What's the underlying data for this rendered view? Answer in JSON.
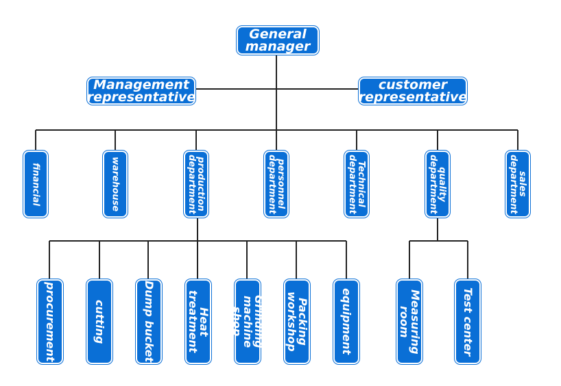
{
  "diagram": {
    "colors": {
      "node": "#0a6fd6",
      "text": "#ffffff",
      "line": "#222222"
    },
    "top": {
      "general_manager": "General\nmanager"
    },
    "reps": {
      "management": "Management\nrepresentative",
      "customer": "customer\nrepresentative"
    },
    "departments": {
      "financial": "financial",
      "warehouse": "warehouse",
      "production": "production\ndepartment",
      "personnel": "personnel\ndepartment",
      "technical": "Technical\ndepartment",
      "quality": "quality\ndepartment",
      "sales": "sales\ndepartment"
    },
    "production_units": {
      "procurement": "procurement",
      "cutting": "cutting",
      "dump_bucket": "Dump bucket",
      "heat_treatment": "Heat\ntreatment",
      "grinding": "Grinding\nmachine shop",
      "packing": "Packing\nworkshop",
      "equipment": "equipment"
    },
    "quality_units": {
      "measuring": "Measuring\nroom",
      "test_center": "Test center"
    }
  }
}
